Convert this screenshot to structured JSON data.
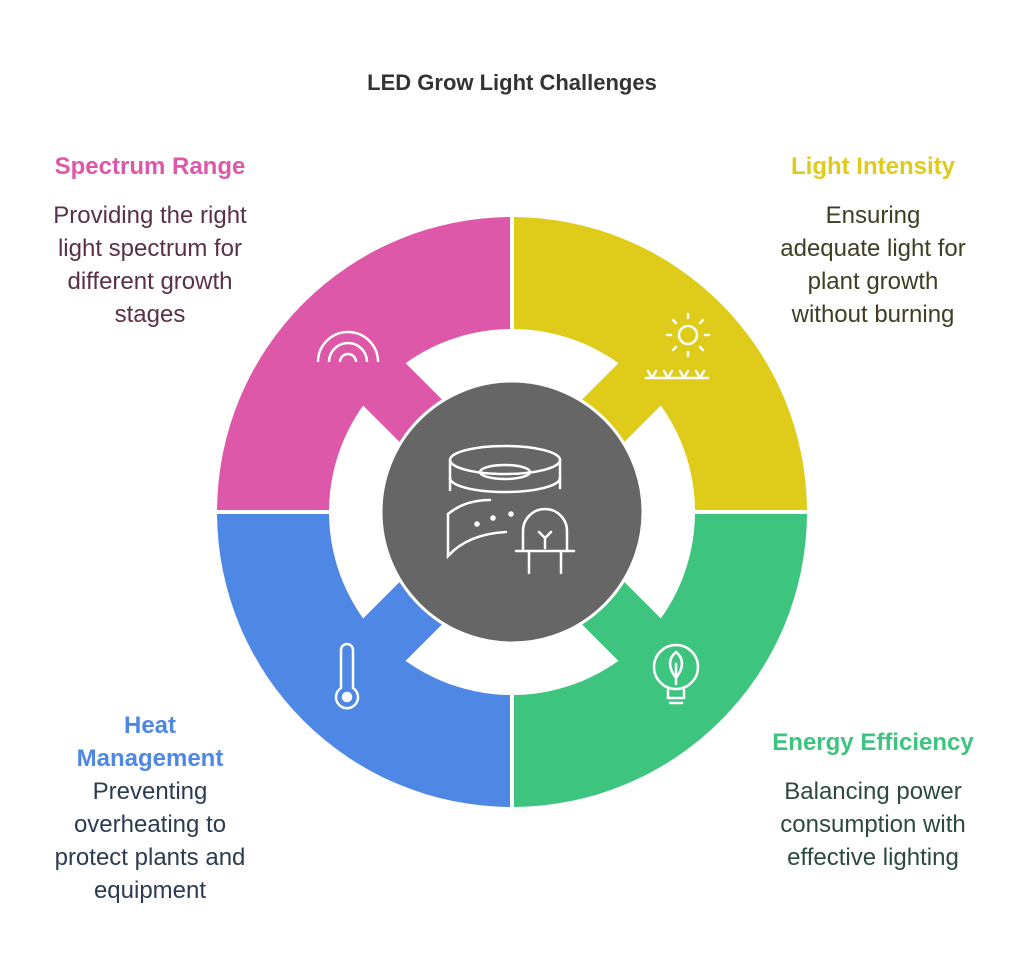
{
  "title": "LED Grow Light Challenges",
  "colors": {
    "spectrum": "#DD58A8",
    "intensity": "#DFCB1A",
    "energy": "#3DC47E",
    "heat": "#4E88E4",
    "center": "#666666"
  },
  "sections": {
    "spectrum": {
      "heading": "Spectrum Range",
      "lines": [
        "Providing the right",
        "light spectrum for",
        "different growth",
        "stages"
      ],
      "icon": "signal-waves-icon"
    },
    "intensity": {
      "heading": "Light Intensity",
      "lines": [
        "Ensuring",
        "adequate light for",
        "plant growth",
        "without burning"
      ],
      "icon": "sun-over-grass-icon"
    },
    "energy": {
      "heading": "Energy Efficiency",
      "lines": [
        "Balancing power",
        "consumption with",
        "effective lighting"
      ],
      "icon": "eco-bulb-icon"
    },
    "heat": {
      "heading_lines": [
        "Heat",
        "Management"
      ],
      "lines": [
        "Preventing",
        "overheating to",
        "protect plants and",
        "equipment"
      ],
      "icon": "thermometer-icon"
    }
  },
  "center_icon": "led-strip-icon"
}
